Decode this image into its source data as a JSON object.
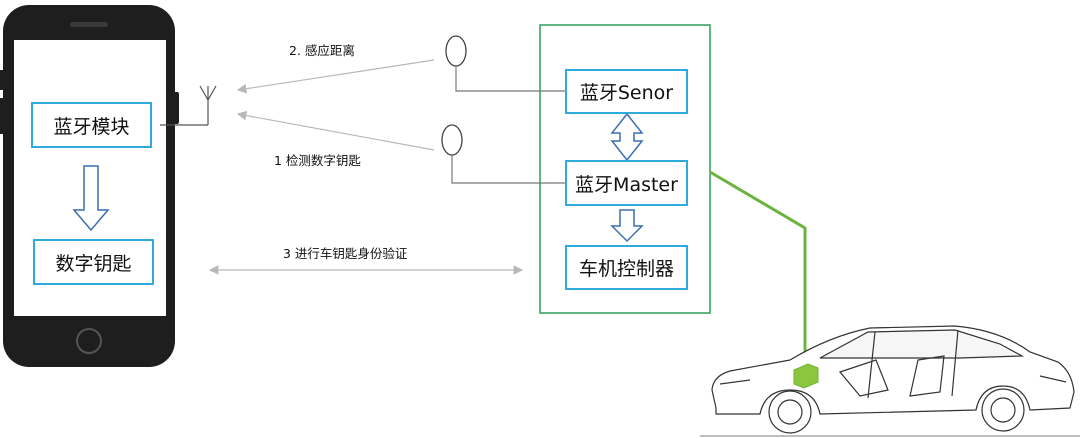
{
  "phone": {
    "modules": {
      "bluetooth_module": "蓝牙模块",
      "digital_key": "数字钥匙"
    }
  },
  "car_system": {
    "modules": {
      "bt_sensor": "蓝牙Senor",
      "bt_master": "蓝牙Master",
      "controller": "车机控制器"
    },
    "frame_color": "#2e9e57",
    "box_border_color": "#2eaadc"
  },
  "steps": {
    "step2": "2. 感应距离",
    "step1": "1 检测数字钥匙",
    "step3": "3 进行车钥匙身份验证"
  },
  "colors": {
    "arrow_gray": "#b8b8b8",
    "connector_green": "#6cb33f",
    "phone_body": "#1e1e1e"
  }
}
